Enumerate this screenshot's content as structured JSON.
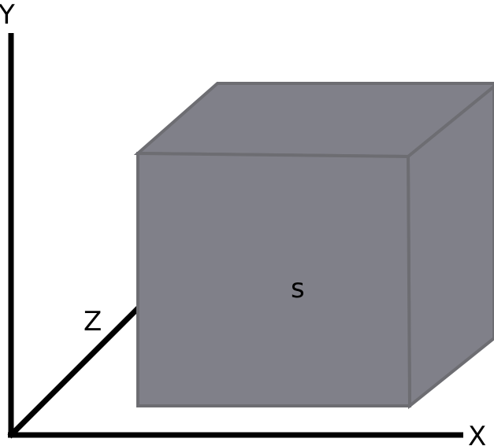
{
  "axes": {
    "x_label": "X",
    "y_label": "Y",
    "z_label": "Z",
    "color": "#000000"
  },
  "box": {
    "label": "s",
    "fill_color": "#808089",
    "edge_color": "#6d6d72"
  }
}
